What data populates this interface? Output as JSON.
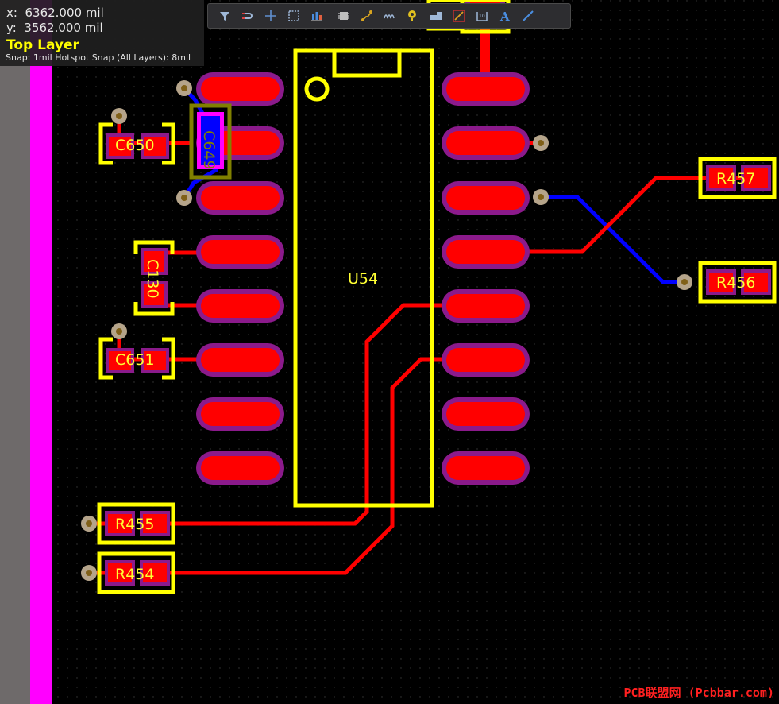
{
  "hud": {
    "x_label": "x:",
    "x_value": "6362.000 mil",
    "y_label": "y:",
    "y_value": "3562.000 mil",
    "layer": "Top Layer",
    "snap": "Snap: 1mil Hotspot Snap (All Layers): 8mil"
  },
  "toolbar": {
    "tools": [
      "filter-icon",
      "route-icon",
      "crosshair-icon",
      "select-rect-icon",
      "align-icon",
      "component-icon",
      "interactive-route-icon",
      "diff-pair-icon",
      "via-icon",
      "fill-icon",
      "polygon-icon",
      "dimension-icon",
      "text-icon",
      "line-icon"
    ]
  },
  "components": {
    "u54": "U54",
    "c650": "C650",
    "c649": "C649",
    "c130": "C130",
    "c651": "C651",
    "r455": "R455",
    "r454": "R454",
    "r457": "R457",
    "r456": "R456"
  },
  "watermark": "PCB联盟网 (Pcbbar.com)",
  "colors": {
    "top_copper": "#ff0000",
    "bottom_copper": "#0000ff",
    "silkscreen": "#ffff00",
    "solder_mask": "#8b1a8b",
    "board_edge": "#ff00ff",
    "via": "#b5a48a"
  }
}
